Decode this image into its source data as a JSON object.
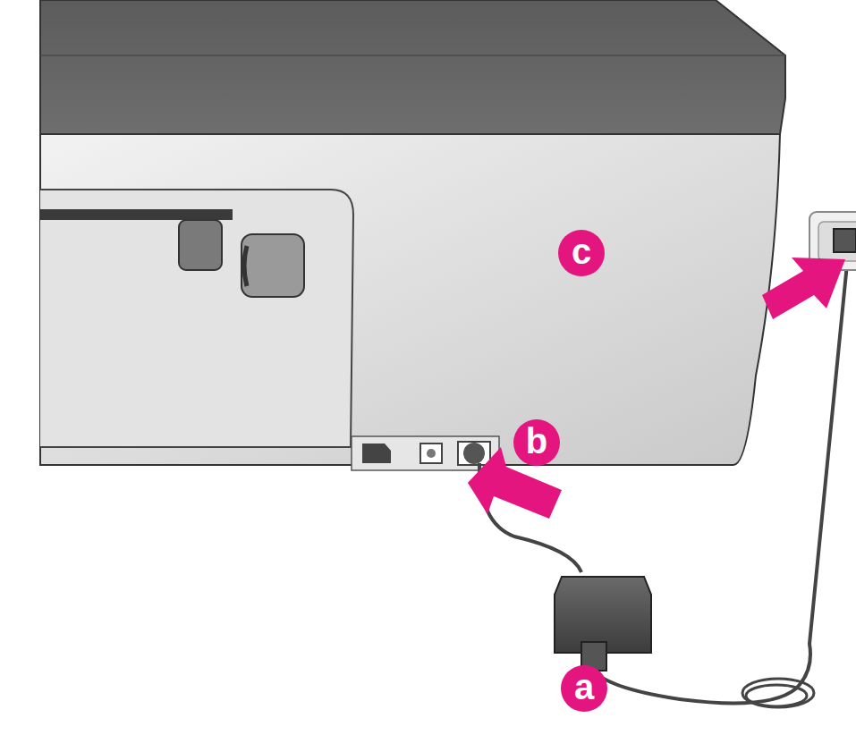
{
  "diagram": {
    "labels": [
      "c",
      "b",
      "a"
    ]
  }
}
